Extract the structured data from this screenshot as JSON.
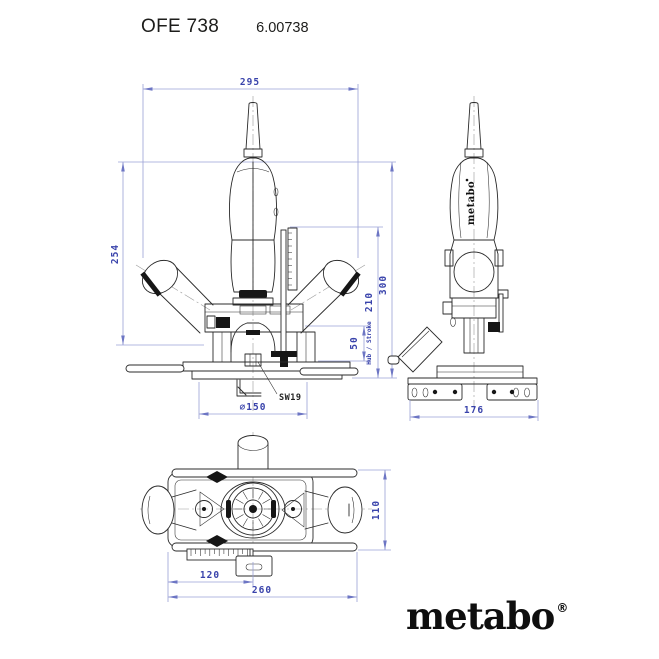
{
  "header": {
    "model": "OFE 738",
    "order_number": "6.00738"
  },
  "front_view": {
    "dim_width_overall": "295",
    "dim_height_body": "254",
    "dim_height_column": "210",
    "dim_height_overall": "300",
    "dim_stroke": "50",
    "stroke_caption": "Hub / Stroke",
    "collet_wrench": "SW19",
    "dim_base_diameter": "⌀150"
  },
  "side_view": {
    "dim_base_depth": "176",
    "housing_logo": "metabo"
  },
  "top_view": {
    "dim_depth": "110",
    "dim_center_offset": "120",
    "dim_overall_width": "260"
  },
  "brand": {
    "wordmark": "metabo",
    "registered": "®"
  },
  "colors": {
    "dimension_text": "#3943ab",
    "dimension_line": "#9aa0d6",
    "drawing_line": "#2b2b2b",
    "background": "#ffffff"
  }
}
